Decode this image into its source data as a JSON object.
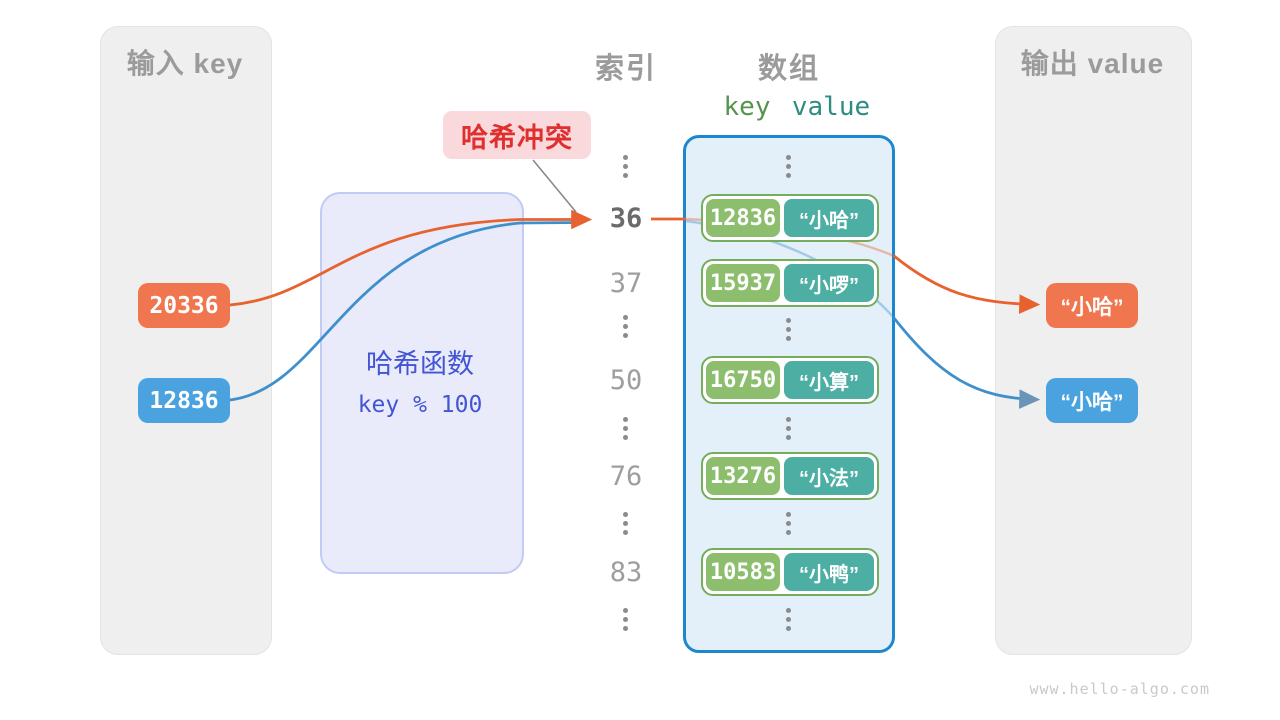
{
  "canvas": {
    "watermark": "www.hello-algo.com"
  },
  "input_panel": {
    "title": "输入 key",
    "keys": [
      {
        "value": "20336",
        "color": "#f0764f"
      },
      {
        "value": "12836",
        "color": "#4aa3df"
      }
    ]
  },
  "hash_function": {
    "name": "哈希函数",
    "formula": "key % 100"
  },
  "collision_badge": {
    "label": "哈希冲突"
  },
  "index_column": {
    "title": "索引",
    "highlighted": "36",
    "others": [
      "37",
      "50",
      "76",
      "83"
    ]
  },
  "array_panel": {
    "title": "数组",
    "headers": {
      "key": "key",
      "value": "value"
    },
    "entries": [
      {
        "key": "12836",
        "value": "“小哈”"
      },
      {
        "key": "15937",
        "value": "“小啰”"
      },
      {
        "key": "16750",
        "value": "“小算”"
      },
      {
        "key": "13276",
        "value": "“小法”"
      },
      {
        "key": "10583",
        "value": "“小鸭”"
      }
    ]
  },
  "output_panel": {
    "title": "输出 value",
    "values": [
      {
        "text": "“小哈”",
        "color": "#f0764f"
      },
      {
        "text": "“小哈”",
        "color": "#4aa3df"
      }
    ]
  },
  "colors": {
    "orange_stroke": "#e8622f",
    "blue_stroke": "#3e8fcc",
    "key_green": "#8cbe6e",
    "value_teal": "#4daea4",
    "entry_border": "#76ac5d",
    "array_border": "#1d87ce",
    "array_bg": "#e3f0fa",
    "hash_bg": "#e9ebfa",
    "hash_text": "#4255d4",
    "collision_text": "#e02f2f",
    "collision_bg": "#f9d9db",
    "panel_bg": "#efefef",
    "title_gray": "#9b9b9b"
  }
}
